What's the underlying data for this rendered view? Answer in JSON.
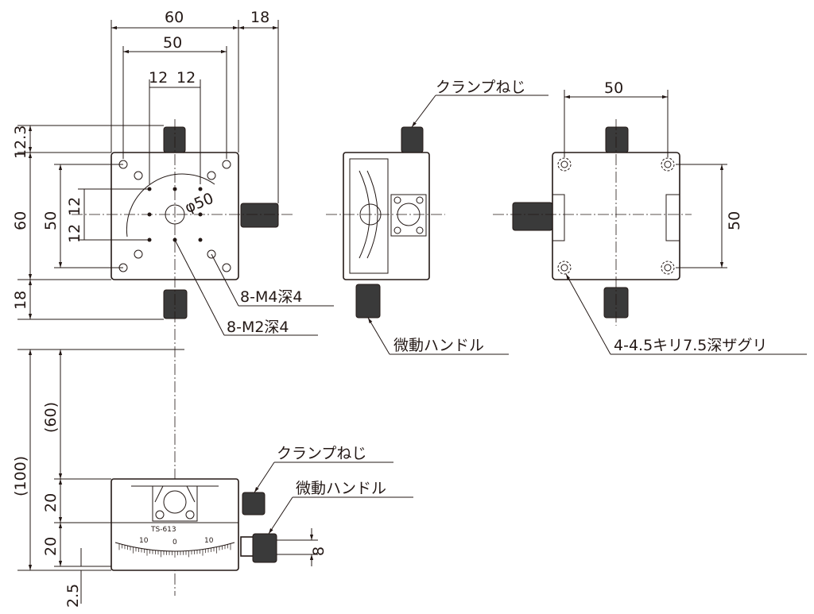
{
  "top_view": {
    "dims": {
      "width_60": "60",
      "knob_18": "18",
      "pitch_50": "50",
      "pitch_12a": "12",
      "pitch_12b": "12",
      "h_12_3": "12.3",
      "h_60": "60",
      "h_50": "50",
      "h_12a": "12",
      "h_12b": "12",
      "h_18": "18",
      "phi_50": "φ50"
    },
    "callouts": {
      "m4": "8-M4深4",
      "m2": "8-M2深4"
    }
  },
  "side_view": {
    "clamp_label": "クランプねじ",
    "handle_label": "微動ハンドル"
  },
  "bottom_view": {
    "dims": {
      "w_50": "50",
      "h_50": "50"
    },
    "callout": "4-4.5キリ7.5深ザグリ"
  },
  "front_view": {
    "dims": {
      "h_100": "(100)",
      "h_60": "(60)",
      "h_20a": "20",
      "h_20b": "20",
      "h_2_5": "2.5",
      "h_8": "8"
    },
    "clamp_label": "クランプねじ",
    "handle_label": "微動ハンドル",
    "model": "TS-613",
    "scale_labels": [
      "10",
      "0",
      "10"
    ]
  }
}
